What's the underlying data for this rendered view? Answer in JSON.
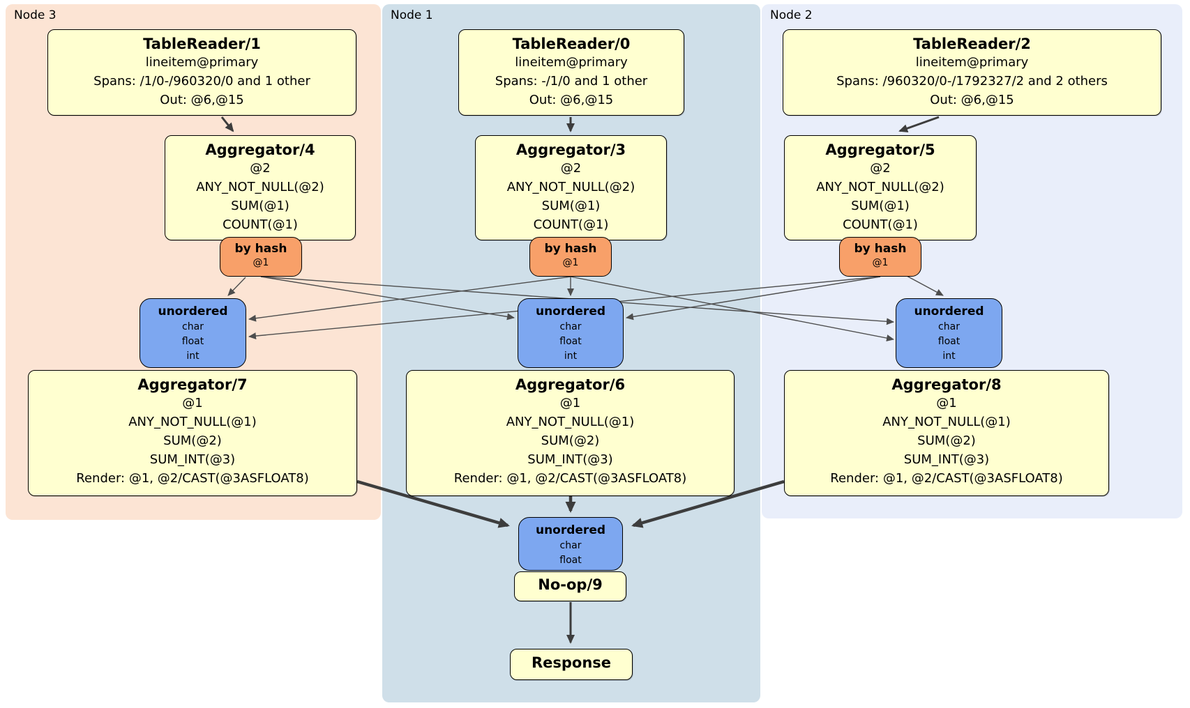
{
  "diagram": {
    "kind": "distributed SQL physical plan",
    "regions": [
      {
        "label": "Node 3"
      },
      {
        "label": "Node 1"
      },
      {
        "label": "Node 2"
      }
    ],
    "processors": {
      "tr1": {
        "title": "TableReader/1",
        "lines": [
          "lineitem@primary",
          "Spans: /1/0-/960320/0 and 1 other",
          "Out: @6,@15"
        ]
      },
      "tr0": {
        "title": "TableReader/0",
        "lines": [
          "lineitem@primary",
          "Spans: -/1/0 and 1 other",
          "Out: @6,@15"
        ]
      },
      "tr2": {
        "title": "TableReader/2",
        "lines": [
          "lineitem@primary",
          "Spans: /960320/0-/1792327/2 and 2 others",
          "Out: @6,@15"
        ]
      },
      "agg4": {
        "title": "Aggregator/4",
        "lines": [
          "@2",
          "ANY_NOT_NULL(@2)",
          "SUM(@1)",
          "COUNT(@1)"
        ]
      },
      "agg3": {
        "title": "Aggregator/3",
        "lines": [
          "@2",
          "ANY_NOT_NULL(@2)",
          "SUM(@1)",
          "COUNT(@1)"
        ]
      },
      "agg5": {
        "title": "Aggregator/5",
        "lines": [
          "@2",
          "ANY_NOT_NULL(@2)",
          "SUM(@1)",
          "COUNT(@1)"
        ]
      },
      "agg7": {
        "title": "Aggregator/7",
        "lines": [
          "@1",
          "ANY_NOT_NULL(@1)",
          "SUM(@2)",
          "SUM_INT(@3)",
          "Render: @1, @2/CAST(@3ASFLOAT8)"
        ]
      },
      "agg6": {
        "title": "Aggregator/6",
        "lines": [
          "@1",
          "ANY_NOT_NULL(@1)",
          "SUM(@2)",
          "SUM_INT(@3)",
          "Render: @1, @2/CAST(@3ASFLOAT8)"
        ]
      },
      "agg8": {
        "title": "Aggregator/8",
        "lines": [
          "@1",
          "ANY_NOT_NULL(@1)",
          "SUM(@2)",
          "SUM_INT(@3)",
          "Render: @1, @2/CAST(@3ASFLOAT8)"
        ]
      },
      "noop": {
        "title": "No-op/9"
      },
      "response": {
        "title": "Response"
      }
    },
    "routers": {
      "r4": {
        "title": "by hash",
        "detail": "@1"
      },
      "r3": {
        "title": "by hash",
        "detail": "@1"
      },
      "r5": {
        "title": "by hash",
        "detail": "@1"
      }
    },
    "synchronizers": {
      "s3": {
        "title": "unordered",
        "types": [
          "char",
          "float",
          "int"
        ]
      },
      "s1": {
        "title": "unordered",
        "types": [
          "char",
          "float",
          "int"
        ]
      },
      "s2": {
        "title": "unordered",
        "types": [
          "char",
          "float",
          "int"
        ]
      },
      "s_final": {
        "title": "unordered",
        "types": [
          "char",
          "float"
        ]
      }
    },
    "edges": [
      {
        "from": "TableReader/1",
        "to": "Aggregator/4"
      },
      {
        "from": "TableReader/0",
        "to": "Aggregator/3"
      },
      {
        "from": "TableReader/2",
        "to": "Aggregator/5"
      },
      {
        "from": "by hash (Node 3)",
        "to": "unordered (Node 3)"
      },
      {
        "from": "by hash (Node 3)",
        "to": "unordered (Node 1)"
      },
      {
        "from": "by hash (Node 3)",
        "to": "unordered (Node 2)"
      },
      {
        "from": "by hash (Node 1)",
        "to": "unordered (Node 3)"
      },
      {
        "from": "by hash (Node 1)",
        "to": "unordered (Node 1)"
      },
      {
        "from": "by hash (Node 1)",
        "to": "unordered (Node 2)"
      },
      {
        "from": "by hash (Node 2)",
        "to": "unordered (Node 3)"
      },
      {
        "from": "by hash (Node 2)",
        "to": "unordered (Node 1)"
      },
      {
        "from": "by hash (Node 2)",
        "to": "unordered (Node 2)"
      },
      {
        "from": "Aggregator/7",
        "to": "unordered (final)"
      },
      {
        "from": "Aggregator/6",
        "to": "unordered (final)"
      },
      {
        "from": "Aggregator/8",
        "to": "unordered (final)"
      },
      {
        "from": "No-op/9",
        "to": "Response"
      }
    ],
    "colors": {
      "node3_bg": "#fce4d4",
      "node1_bg": "#cfdfe9",
      "node2_bg": "#e9eefa",
      "processor_fill": "#ffffd0",
      "router_fill": "#f8a069",
      "synchronizer_fill": "#7da7f0",
      "edge_thin": "#4d4d4d",
      "edge_thick": "#3d3d3d",
      "border": "#000000"
    }
  }
}
